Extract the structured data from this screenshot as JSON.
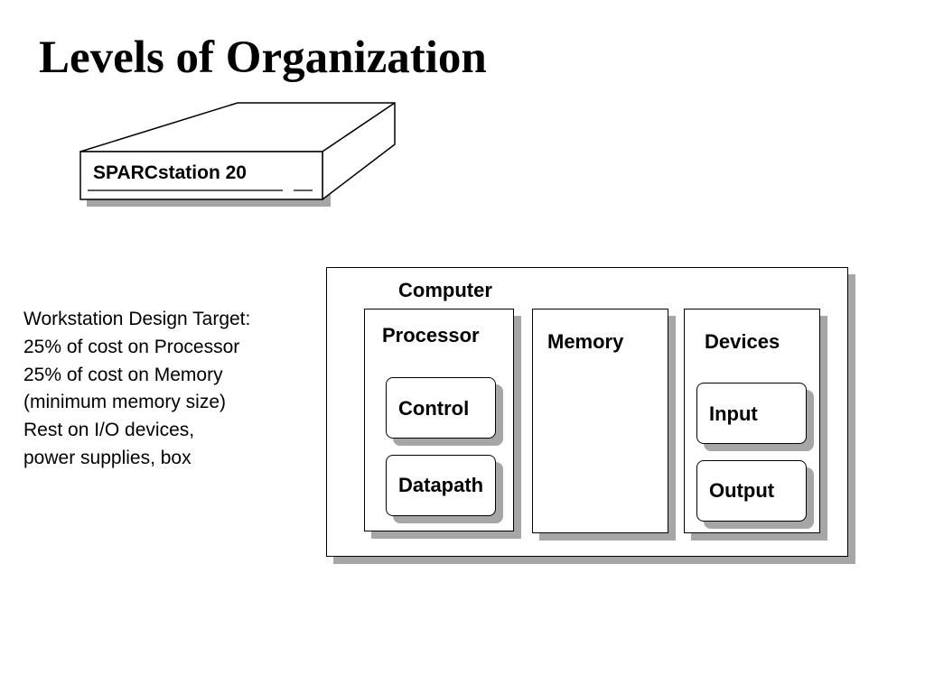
{
  "title": "Levels of Organization",
  "workstation": {
    "label": "SPARCstation 20"
  },
  "notes": {
    "lines": [
      "Workstation Design Target:",
      "25% of cost on Processor",
      "25% of cost on Memory",
      "(minimum memory size)",
      "Rest on I/O devices,",
      "power supplies, box"
    ]
  },
  "diagram": {
    "computer_label": "Computer",
    "processor": {
      "label": "Processor",
      "control_label": "Control",
      "datapath_label": "Datapath"
    },
    "memory": {
      "label": "Memory"
    },
    "devices": {
      "label": "Devices",
      "input_label": "Input",
      "output_label": "Output"
    }
  }
}
